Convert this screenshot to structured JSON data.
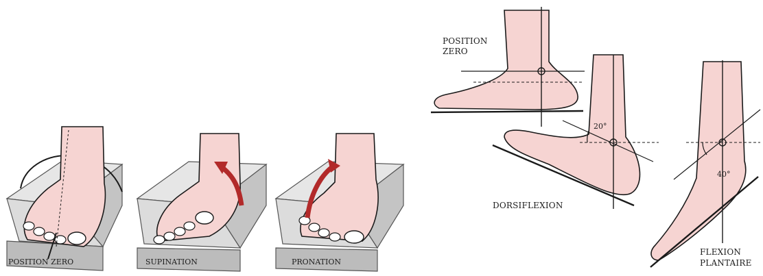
{
  "colors": {
    "skin": "#f6d4d2",
    "skin_shadow": "#e9b8b6",
    "block": "#d9d9d9",
    "block_top": "#e6e6e6",
    "block_side": "#bcbcbc",
    "outline": "#1a1a1a",
    "arrow": "#b22a2a"
  },
  "left_panel": {
    "figures": [
      {
        "label": "POSITION ZERO",
        "icon": "foot-neutral-icon"
      },
      {
        "label": "SUPINATION",
        "icon": "foot-supination-icon"
      },
      {
        "label": "PRONATION",
        "icon": "foot-pronation-icon"
      }
    ]
  },
  "right_panel": {
    "position_zero": {
      "line1": "POSITION",
      "line2": "ZERO"
    },
    "dorsiflexion": {
      "label": "DORSIFLEXION",
      "angle": "20°"
    },
    "plantar_flexion": {
      "line1": "FLEXION",
      "line2": "PLANTAIRE",
      "angle": "40°"
    }
  }
}
